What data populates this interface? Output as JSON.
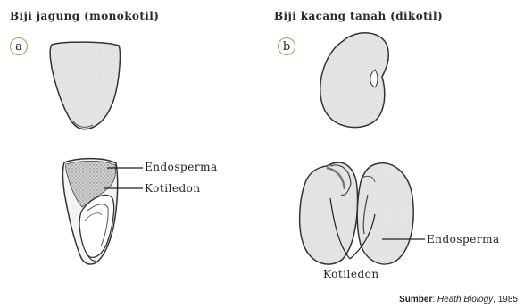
{
  "panel_a": {
    "title": "Biji jagung (monokotil)",
    "badge": "a",
    "labels": {
      "endosperm": "Endosperma",
      "cotyledon": "Kotiledon"
    }
  },
  "panel_b": {
    "title": "Biji kacang tanah (dikotil)",
    "badge": "b",
    "labels": {
      "endosperm": "Endosperma",
      "cotyledon": "Kotiledon"
    }
  },
  "source": {
    "prefix": "Sumber",
    "separator": ": ",
    "book": "Heath Biology",
    "year": ", 1985"
  },
  "colors": {
    "badge_ring": "#8cb34a",
    "seed_fill": "#e6e6e6",
    "outline": "#333333"
  }
}
